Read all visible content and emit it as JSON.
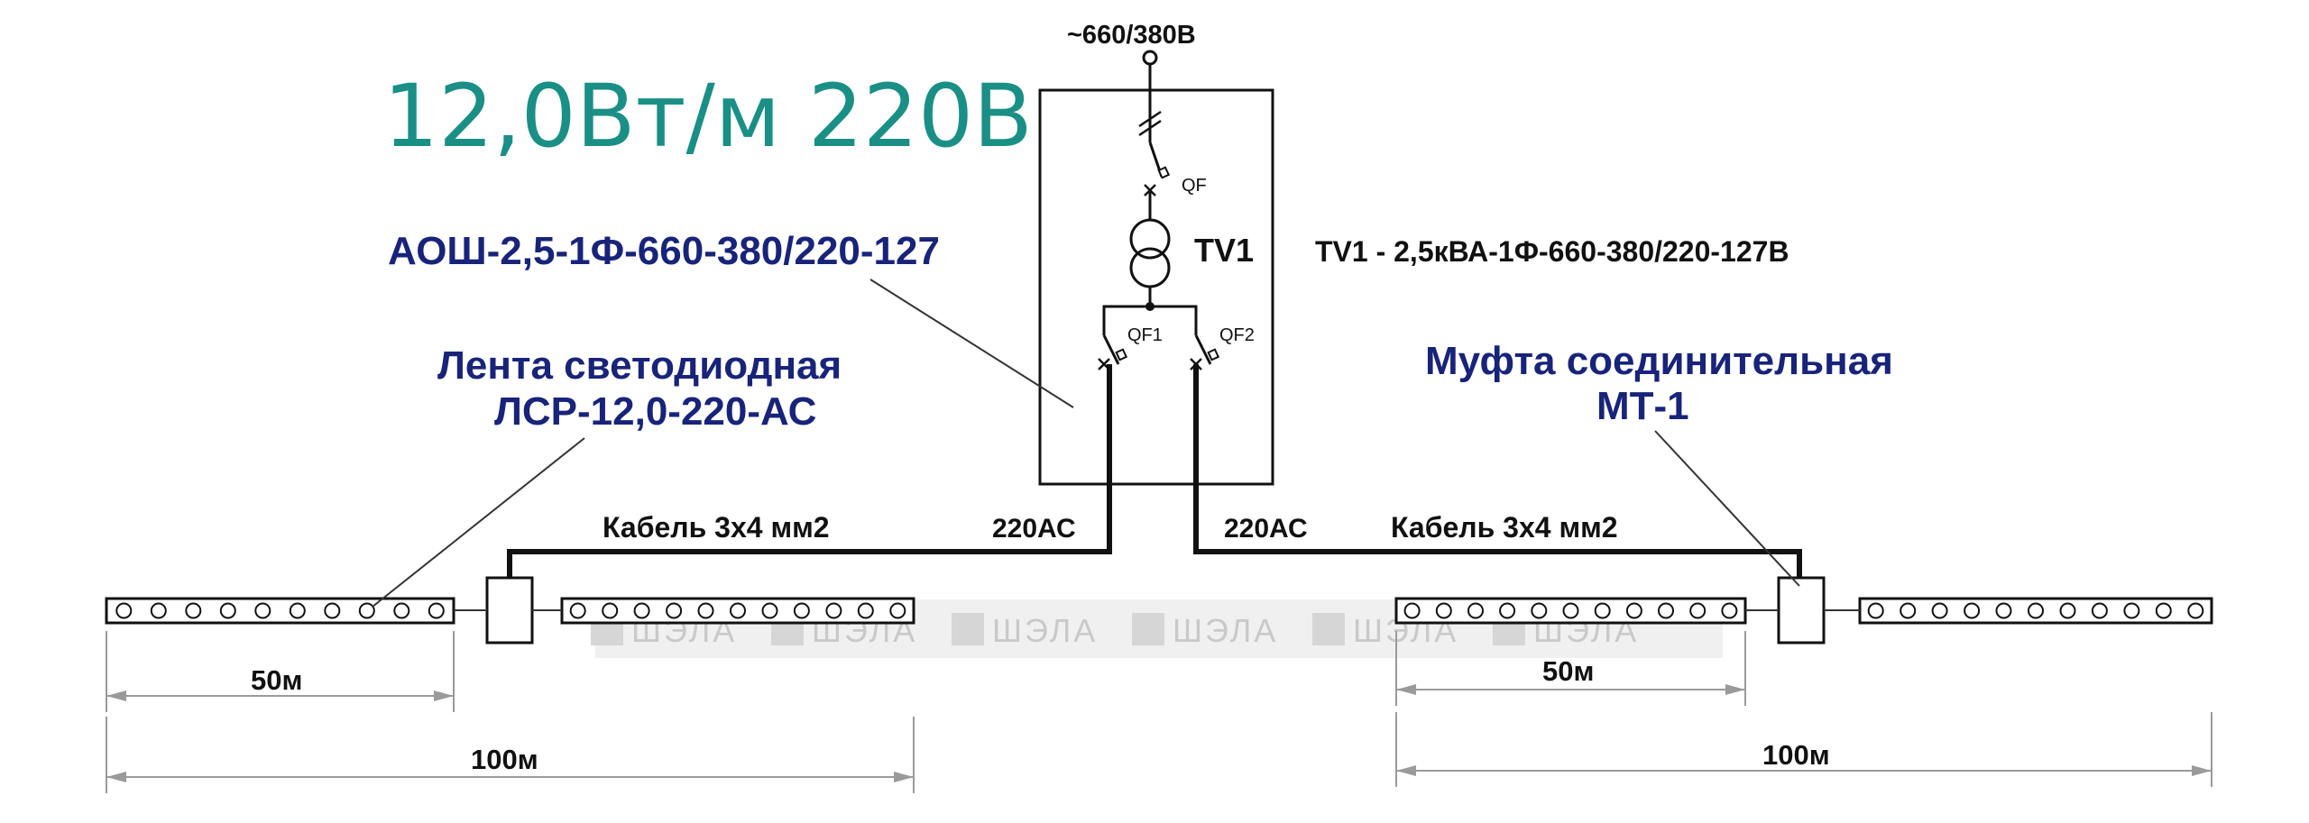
{
  "title": "12,0Вт/м 220В",
  "supply_label": "~660/380В",
  "box_label": "АОШ-2,5-1Ф-660-380/220-127",
  "transformer": {
    "id": "TV1",
    "spec": "TV1 - 2,5кВА-1Ф-660-380/220-127В"
  },
  "breakers": {
    "main": "QF",
    "left": "QF1",
    "right": "QF2"
  },
  "led_strip_label": {
    "line1": "Лента светодиодная",
    "line2": "ЛСР-12,0-220-АС"
  },
  "coupling_label": {
    "line1": "Муфта соединительная",
    "line2": "МТ-1"
  },
  "cable_left": "Кабель 3х4 мм2",
  "cable_right": "Кабель 3х4 мм2",
  "voltage_left": "220АС",
  "voltage_right": "220АС",
  "dim_left_short": "50м",
  "dim_left_long": "100м",
  "dim_right_short": "50м",
  "dim_right_long": "100м",
  "watermark": "ШЭЛА"
}
